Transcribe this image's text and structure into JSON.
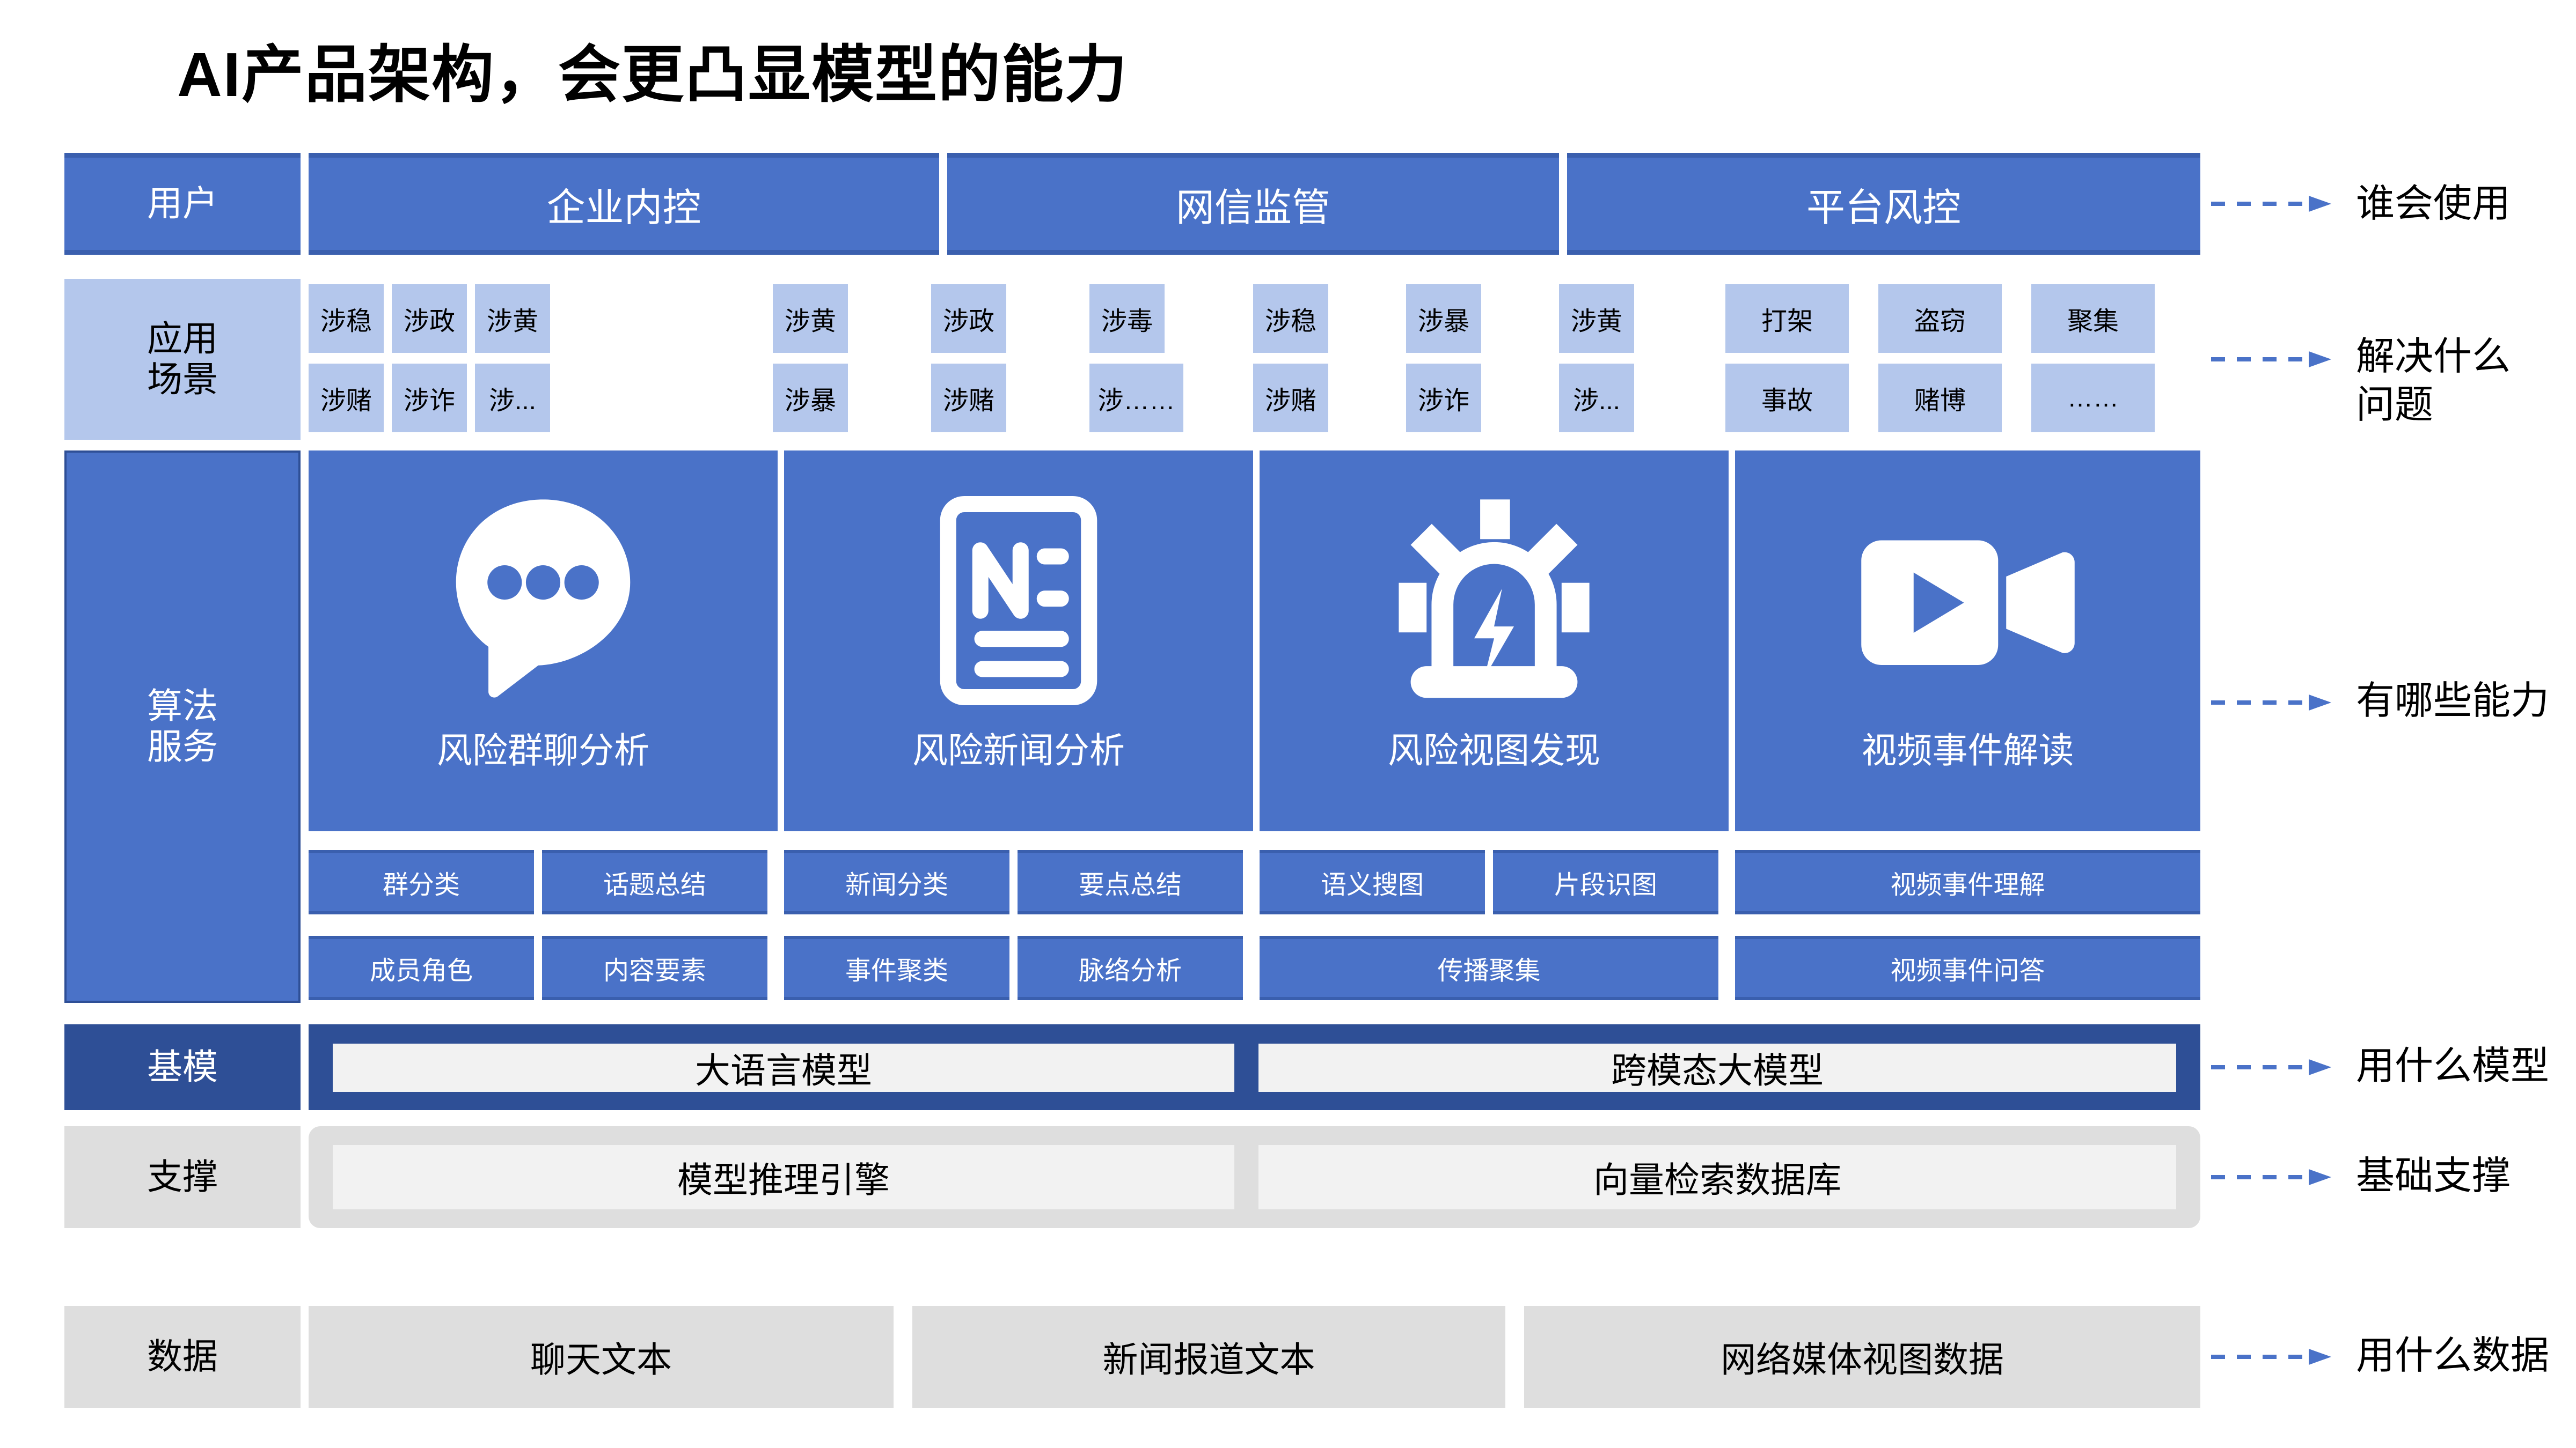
{
  "title": "AI产品架构，会更凸显模型的能力",
  "colors": {
    "primary_blue": "#4a72c8",
    "dark_blue": "#2e4f96",
    "light_blue": "#b4c7ec",
    "gray": "#dedede",
    "light_gray": "#f2f2f2",
    "arrow_blue": "#4a72c8"
  },
  "rows": {
    "users": {
      "label": "用户",
      "items": [
        {
          "label": "企业内控"
        },
        {
          "label": "网信监管"
        },
        {
          "label": "平台风控"
        }
      ]
    },
    "scenarios": {
      "label": "应用\n场景",
      "groups": [
        {
          "tags": [
            "涉稳",
            "涉政",
            "涉黄",
            "涉赌",
            "涉诈",
            "涉..."
          ]
        },
        {
          "tags": [
            "涉黄",
            "涉政",
            "涉毒",
            "涉暴",
            "涉赌",
            "涉……"
          ]
        },
        {
          "tags": [
            "涉稳",
            "涉暴",
            "涉黄",
            "涉赌",
            "涉诈",
            "涉..."
          ]
        },
        {
          "tags": [
            "打架",
            "盗窃",
            "聚集",
            "事故",
            "赌博",
            "……"
          ]
        }
      ]
    },
    "algorithms": {
      "label": "算法\n服务",
      "services": [
        {
          "name": "风险群聊分析",
          "icon": "chat-bubble-dots-icon",
          "capabilities": [
            [
              "群分类",
              "话题总结"
            ],
            [
              "成员角色",
              "内容要素"
            ]
          ]
        },
        {
          "name": "风险新闻分析",
          "icon": "news-document-icon",
          "capabilities": [
            [
              "新闻分类",
              "要点总结"
            ],
            [
              "事件聚类",
              "脉络分析"
            ]
          ]
        },
        {
          "name": "风险视图发现",
          "icon": "alarm-siren-icon",
          "capabilities": [
            [
              "语义搜图",
              "片段识图"
            ],
            [
              "传播聚集"
            ]
          ]
        },
        {
          "name": "视频事件解读",
          "icon": "video-camera-icon",
          "capabilities": [
            [
              "视频事件理解"
            ],
            [
              "视频事件问答"
            ]
          ]
        }
      ]
    },
    "base_models": {
      "label": "基模",
      "items": [
        {
          "label": "大语言模型"
        },
        {
          "label": "跨模态大模型"
        }
      ]
    },
    "support": {
      "label": "支撑",
      "items": [
        {
          "label": "模型推理引擎"
        },
        {
          "label": "向量检索数据库"
        }
      ]
    },
    "data": {
      "label": "数据",
      "items": [
        {
          "label": "聊天文本"
        },
        {
          "label": "新闻报道文本"
        },
        {
          "label": "网络媒体视图数据"
        }
      ]
    }
  },
  "annotations": [
    {
      "text": "谁会使用"
    },
    {
      "text": "解决什么\n问题"
    },
    {
      "text": "有哪些能力"
    },
    {
      "text": "用什么模型"
    },
    {
      "text": "基础支撑"
    },
    {
      "text": "用什么数据"
    }
  ]
}
